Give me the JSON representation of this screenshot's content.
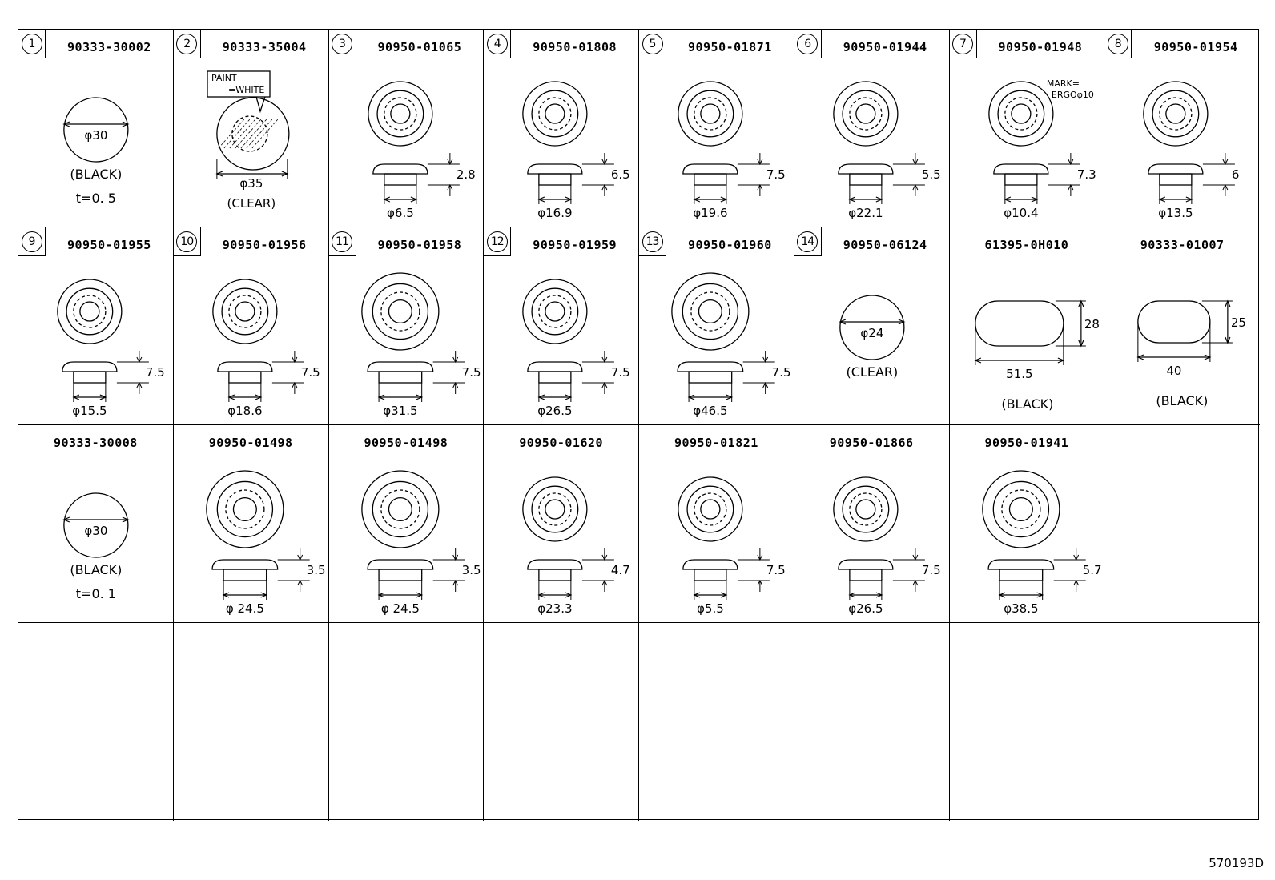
{
  "diagram_code": "570193D",
  "parts": [
    {
      "num": "1",
      "pn": "90333-30002",
      "type": "disc",
      "dia": "φ30",
      "note1": "(BLACK)",
      "note2": "t=0. 5"
    },
    {
      "num": "2",
      "pn": "90333-35004",
      "type": "disc2",
      "dia": "φ35",
      "note1": "(CLEAR)",
      "callout": [
        "PAINT",
        "=WHITE"
      ]
    },
    {
      "num": "3",
      "pn": "90950-01065",
      "type": "grommet",
      "dia": "φ6.5",
      "h": "2.8"
    },
    {
      "num": "4",
      "pn": "90950-01808",
      "type": "grommet",
      "dia": "φ16.9",
      "h": "6.5"
    },
    {
      "num": "5",
      "pn": "90950-01871",
      "type": "grommet",
      "dia": "φ19.6",
      "h": "7.5"
    },
    {
      "num": "6",
      "pn": "90950-01944",
      "type": "grommet",
      "dia": "φ22.1",
      "h": "5.5"
    },
    {
      "num": "7",
      "pn": "90950-01948",
      "type": "grommet",
      "dia": "φ10.4",
      "h": "7.3",
      "callout": [
        "MARK=",
        "ERGOφ10"
      ]
    },
    {
      "num": "8",
      "pn": "90950-01954",
      "type": "grommet",
      "dia": "φ13.5",
      "h": "6"
    },
    {
      "num": "9",
      "pn": "90950-01955",
      "type": "grommet",
      "dia": "φ15.5",
      "h": "7.5"
    },
    {
      "num": "10",
      "pn": "90950-01956",
      "type": "grommet",
      "dia": "φ18.6",
      "h": "7.5"
    },
    {
      "num": "11",
      "pn": "90950-01958",
      "type": "grommet",
      "dia": "φ31.5",
      "h": "7.5"
    },
    {
      "num": "12",
      "pn": "90950-01959",
      "type": "grommet",
      "dia": "φ26.5",
      "h": "7.5"
    },
    {
      "num": "13",
      "pn": "90950-01960",
      "type": "grommet",
      "dia": "φ46.5",
      "h": "7.5"
    },
    {
      "num": "14",
      "pn": "90950-06124",
      "type": "disc",
      "dia": "φ24",
      "note1": "(CLEAR)"
    },
    {
      "num": "",
      "pn": "61395-0H010",
      "type": "oval",
      "w": "51.5",
      "h": "28",
      "note1": "(BLACK)"
    },
    {
      "num": "",
      "pn": "90333-01007",
      "type": "oval",
      "w": "40",
      "h": "25",
      "note1": "(BLACK)"
    },
    {
      "num": "",
      "pn": "90333-30008",
      "type": "disc",
      "dia": "φ30",
      "note1": "(BLACK)",
      "note2": "t=0. 1"
    },
    {
      "num": "",
      "pn": "90950-01498",
      "type": "grommet",
      "dia": "φ 24.5",
      "h": "3.5"
    },
    {
      "num": "",
      "pn": "90950-01498",
      "type": "grommet",
      "dia": "φ 24.5",
      "h": "3.5"
    },
    {
      "num": "",
      "pn": "90950-01620",
      "type": "grommet",
      "dia": "φ23.3",
      "h": "4.7"
    },
    {
      "num": "",
      "pn": "90950-01821",
      "type": "grommet",
      "dia": "φ5.5",
      "h": "7.5"
    },
    {
      "num": "",
      "pn": "90950-01866",
      "type": "grommet",
      "dia": "φ26.5",
      "h": "7.5"
    },
    {
      "num": "",
      "pn": "90950-01941",
      "type": "grommet",
      "dia": "φ38.5",
      "h": "5.7"
    }
  ]
}
